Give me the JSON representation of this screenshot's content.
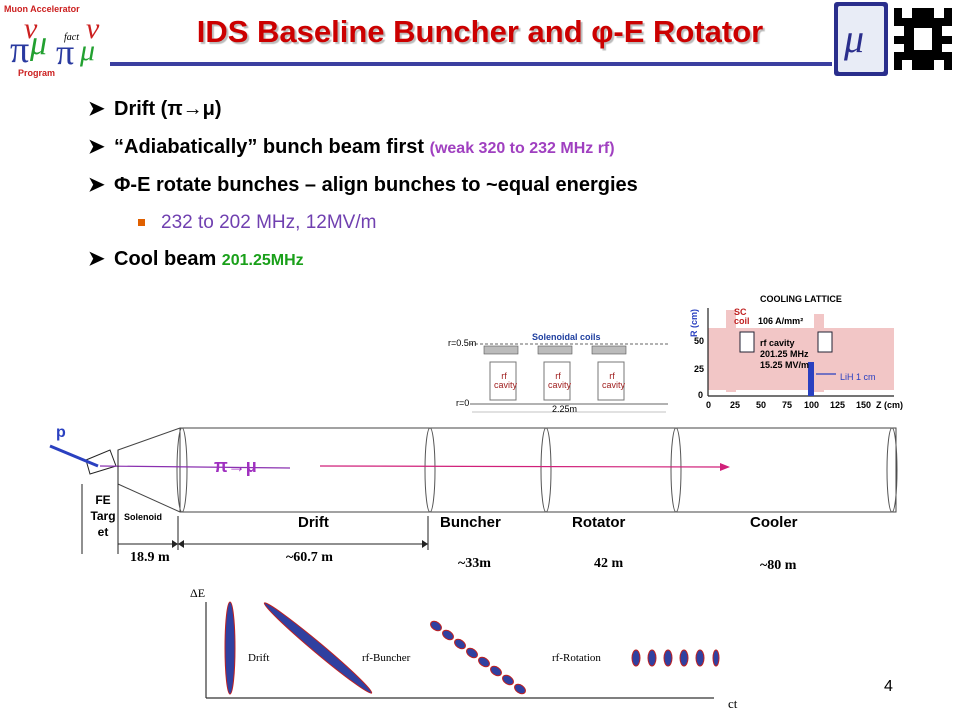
{
  "title": "IDS Baseline Buncher and φ-E Rotator",
  "logo": {
    "lines": [
      "Muon Accelerator",
      "Program"
    ],
    "fact": "fact"
  },
  "bullets": [
    {
      "text": "Drift  (π→μ)"
    },
    {
      "text": "“Adiabatically” bunch beam first ",
      "note": "(weak 320 to 232 MHz rf)"
    },
    {
      "text": "Φ-E rotate bunches – align bunches to ~equal energies"
    },
    {
      "text": "Cool beam ",
      "note": "201.25MHz"
    }
  ],
  "sub_bullet": "232 to 202 MHz, 12MV/m",
  "cooling_lattice": {
    "title": "COOLING LATTICE",
    "r_axis": "R (cm)",
    "z_axis": "Z (cm)",
    "r_ticks": [
      "50",
      "25",
      "0"
    ],
    "z_ticks": [
      "0",
      "25",
      "50",
      "75",
      "100",
      "125",
      "150"
    ],
    "sc_coil": [
      "SC",
      "coil"
    ],
    "current": "106 A/mm²",
    "rf_cavity": [
      "rf cavity",
      "201.25 MHz",
      "15.25 MV/m"
    ],
    "lih": "LiH 1 cm"
  },
  "solenoid_inset": {
    "title": "Solenoidal coils",
    "r_top": "r=0.5m",
    "r_bottom": "r=0",
    "cavity_label": [
      "rf",
      "cavity"
    ],
    "length": "2.25m"
  },
  "beamline": {
    "p": "p",
    "pimu": "π→μ",
    "fe_target": [
      "FE",
      "Targ",
      "et"
    ],
    "solenoid": "Solenoid",
    "sections": [
      "Drift",
      "Buncher",
      "Rotator",
      "Cooler"
    ],
    "lengths": [
      "18.9 m",
      "~60.7 m",
      "~33m",
      "42 m",
      "~80 m"
    ]
  },
  "phase_space": {
    "y_axis": "ΔE",
    "x_axis": "ct",
    "labels": [
      "Drift",
      "rf-Buncher",
      "rf-Rotation"
    ]
  },
  "page_number": "4",
  "colors": {
    "title": "#cc0000",
    "rule": "#3b3fa0",
    "accent_purple": "#a040c0",
    "accent_green": "#1aa01a",
    "beam_magenta": "#d0207a",
    "bunch_blue": "#3040a0"
  }
}
